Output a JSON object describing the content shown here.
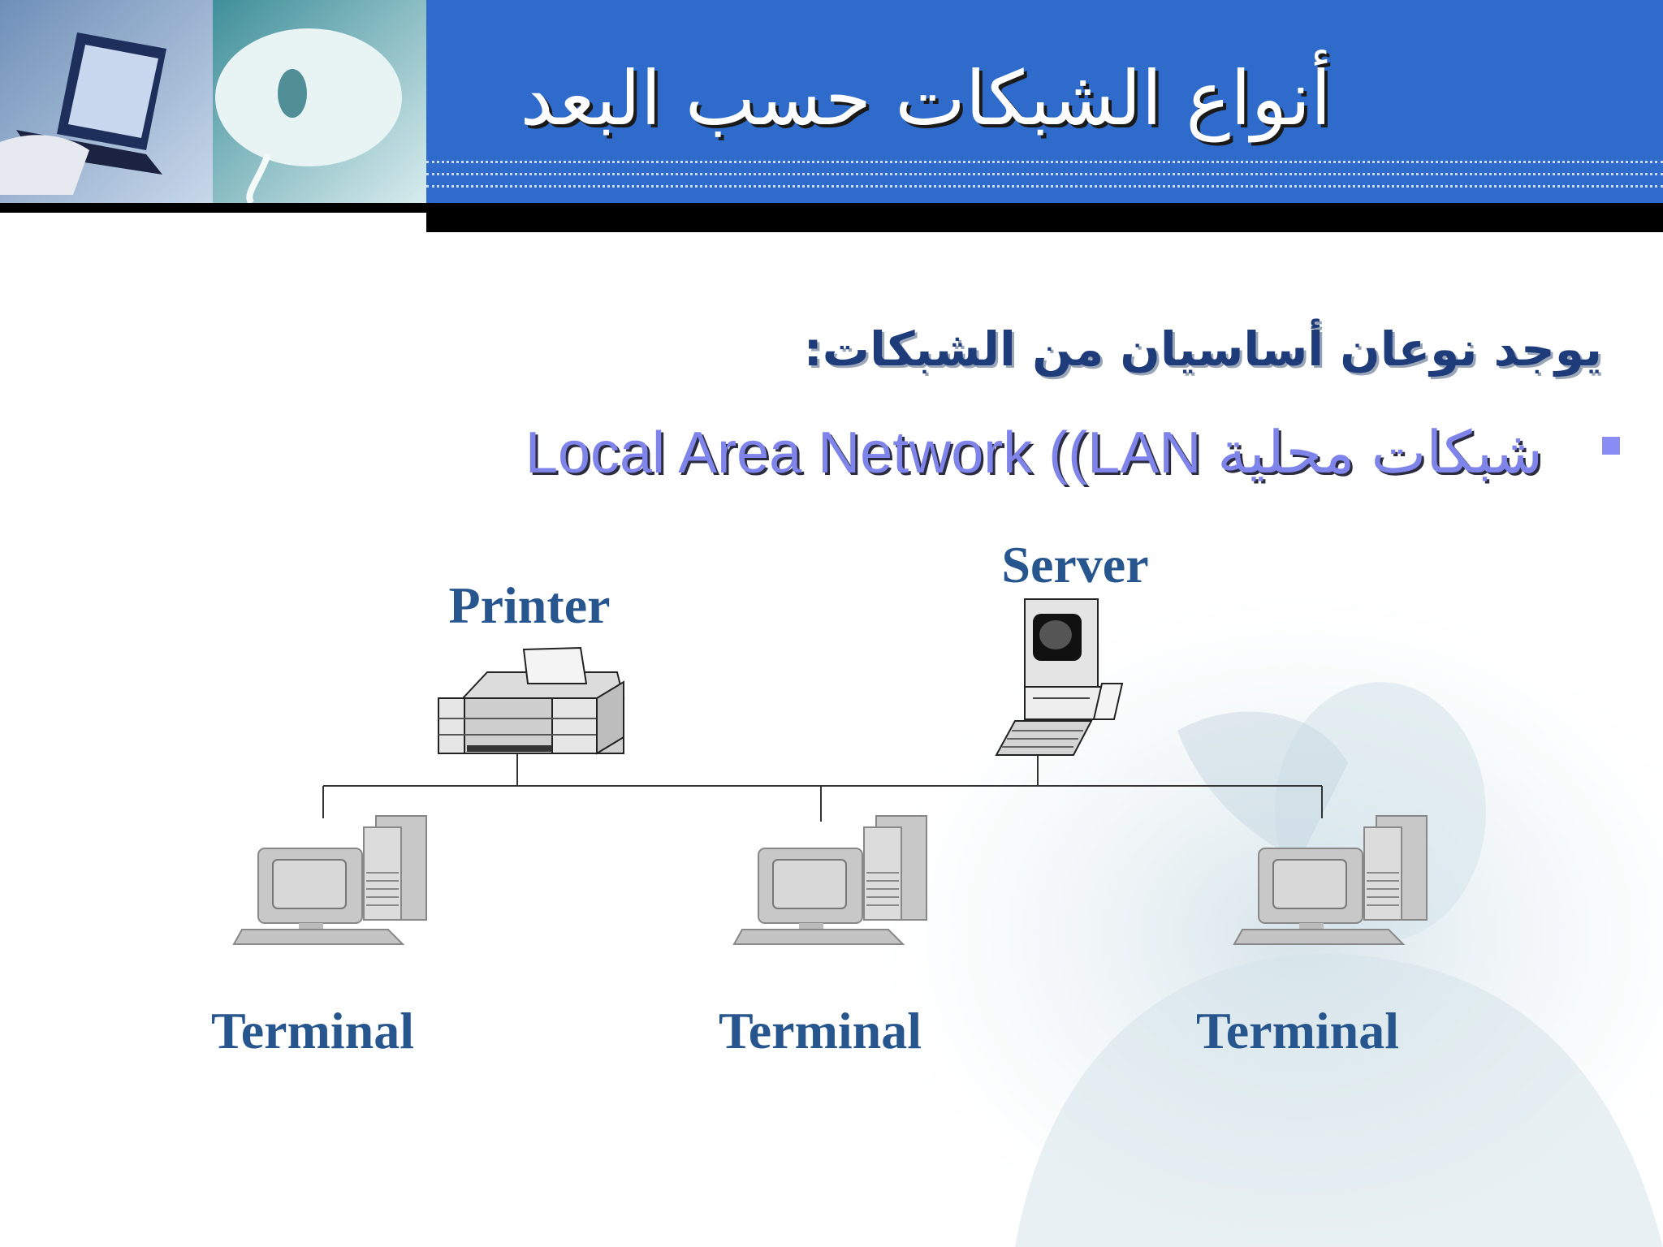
{
  "slide": {
    "title": "أنواع الشبكات حسب البعد",
    "intro": "يوجد نوعان أساسيان من الشبكات:",
    "bullet": "شبكات محلية Local Area Network ((LAN"
  },
  "diagram": {
    "printer_label": "Printer",
    "server_label": "Server",
    "terminals": [
      {
        "label": "Terminal"
      },
      {
        "label": "Terminal"
      },
      {
        "label": "Terminal"
      }
    ]
  },
  "colors": {
    "header_blue": "#2f6bca",
    "title_text": "#ffffff",
    "intro_text": "#1f3c7a",
    "bullet_text": "#7f84ea",
    "label_text": "#27568f"
  }
}
